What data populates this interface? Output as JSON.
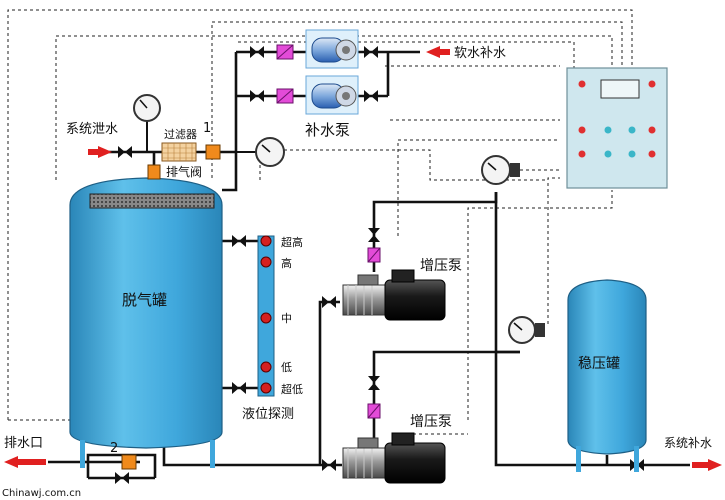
{
  "labels": {
    "soft_water_makeup": "软水补水",
    "makeup_pump": "补水泵",
    "system_relief": "系统泄水",
    "filter": "过滤器",
    "vent_valve": "排气阀",
    "deaerator_tank": "脱气罐",
    "level_super_high": "超高",
    "level_high": "高",
    "level_mid": "中",
    "level_low": "低",
    "level_super_low": "超低",
    "level_probe": "液位探测",
    "booster_pump_top": "增压泵",
    "booster_pump_bottom": "增压泵",
    "pressure_tank": "稳压罐",
    "system_makeup": "系统补水",
    "drain_outlet": "排水口",
    "marker_1": "1",
    "marker_2": "2",
    "watermark": "Chinawj.com.cn"
  },
  "colors": {
    "tank": "#3fa7dc",
    "tank_dark": "#2a86b8",
    "accent_arrow": "#e02020",
    "filter_fill": "#f4d2a0",
    "vent": "#f08a1c",
    "panel_bg": "#cfe7ee",
    "panel_screen": "#eef6f8",
    "led_red": "#e03030",
    "led_cyan": "#3ab6c8",
    "level_dot": "#d62020",
    "check_valve": "#e34bd8",
    "pump_blue": "#2a6fd0",
    "motor_dark": "#1c1c1c"
  }
}
